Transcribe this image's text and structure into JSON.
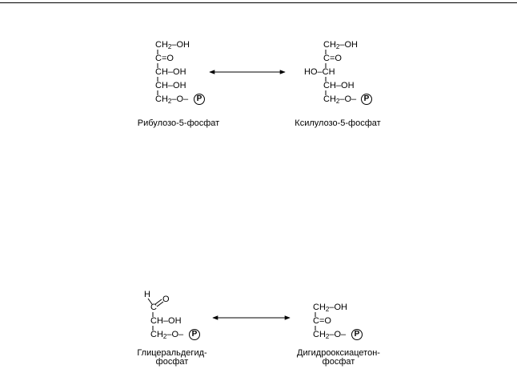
{
  "reactions": [
    {
      "left": {
        "name": "Рибулозо-5-фосфат",
        "rows": [
          {
            "pre": "",
            "c": "CH",
            "sub": "2",
            "post": "–OH"
          },
          {
            "pre": "",
            "c": "C",
            "sub": "",
            "post": "=O"
          },
          {
            "pre": "",
            "c": "CH",
            "sub": "",
            "post": "–OH"
          },
          {
            "pre": "",
            "c": "CH",
            "sub": "",
            "post": "–OH"
          },
          {
            "pre": "",
            "c": "CH",
            "sub": "2",
            "post": "–O–"
          }
        ],
        "phosphate": "P"
      },
      "right": {
        "name": "Ксилулозо-5-фосфат",
        "rows": [
          {
            "pre": "",
            "c": "CH",
            "sub": "2",
            "post": "–OH"
          },
          {
            "pre": "",
            "c": "C",
            "sub": "",
            "post": "=O"
          },
          {
            "pre": "HO–",
            "c": "CH",
            "sub": "",
            "post": ""
          },
          {
            "pre": "",
            "c": "CH",
            "sub": "",
            "post": "–OH"
          },
          {
            "pre": "",
            "c": "CH",
            "sub": "2",
            "post": "–O–"
          }
        ],
        "phosphate": "P"
      }
    },
    {
      "left": {
        "name_line1": "Глицеральдегид-",
        "name_line2": "фосфат",
        "top_h": "H",
        "top_o": "O",
        "rows": [
          {
            "pre": "",
            "c": "C",
            "sub": "",
            "post": ""
          },
          {
            "pre": "",
            "c": "CH",
            "sub": "",
            "post": "–OH"
          },
          {
            "pre": "",
            "c": "CH",
            "sub": "2",
            "post": "–O–"
          }
        ],
        "phosphate": "P"
      },
      "right": {
        "name_line1": "Дигидрооксиацетон-",
        "name_line2": "фосфат",
        "rows": [
          {
            "pre": "",
            "c": "CH",
            "sub": "2",
            "post": "–OH"
          },
          {
            "pre": "",
            "c": "C",
            "sub": "",
            "post": "=O"
          },
          {
            "pre": "",
            "c": "CH",
            "sub": "2",
            "post": "–O–"
          }
        ],
        "phosphate": "P"
      }
    }
  ]
}
